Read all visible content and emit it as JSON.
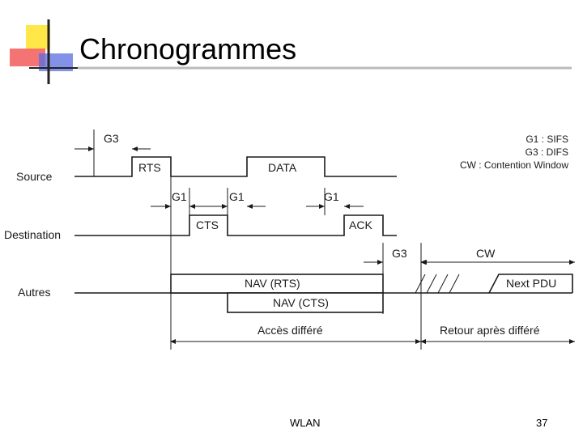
{
  "slide": {
    "title": "Chronogrammes",
    "footer_left": "WLAN",
    "page_number": "37"
  },
  "legend": {
    "g1": "G1 : SIFS",
    "g3": "G3 : DIFS",
    "cw": "CW : Contention Window"
  },
  "rows": {
    "source": "Source",
    "destination": "Destination",
    "autres": "Autres"
  },
  "frames": {
    "rts": "RTS",
    "data": "DATA",
    "cts": "CTS",
    "ack": "ACK",
    "nav_rts": "NAV (RTS)",
    "nav_cts": "NAV (CTS)",
    "next_pdu": "Next PDU"
  },
  "intervals": {
    "g3_top": "G3",
    "g1_a": "G1",
    "g1_b": "G1",
    "g1_c": "G1",
    "g3_lower": "G3",
    "cw": "CW",
    "acces_differe": "Accès différé",
    "retour": "Retour après différé"
  },
  "colors": {
    "accent_yellow": "#ffe74a",
    "accent_red": "#f25a5a",
    "accent_blue": "#5a6ee0",
    "rule_gray": "#b0b0b0"
  }
}
